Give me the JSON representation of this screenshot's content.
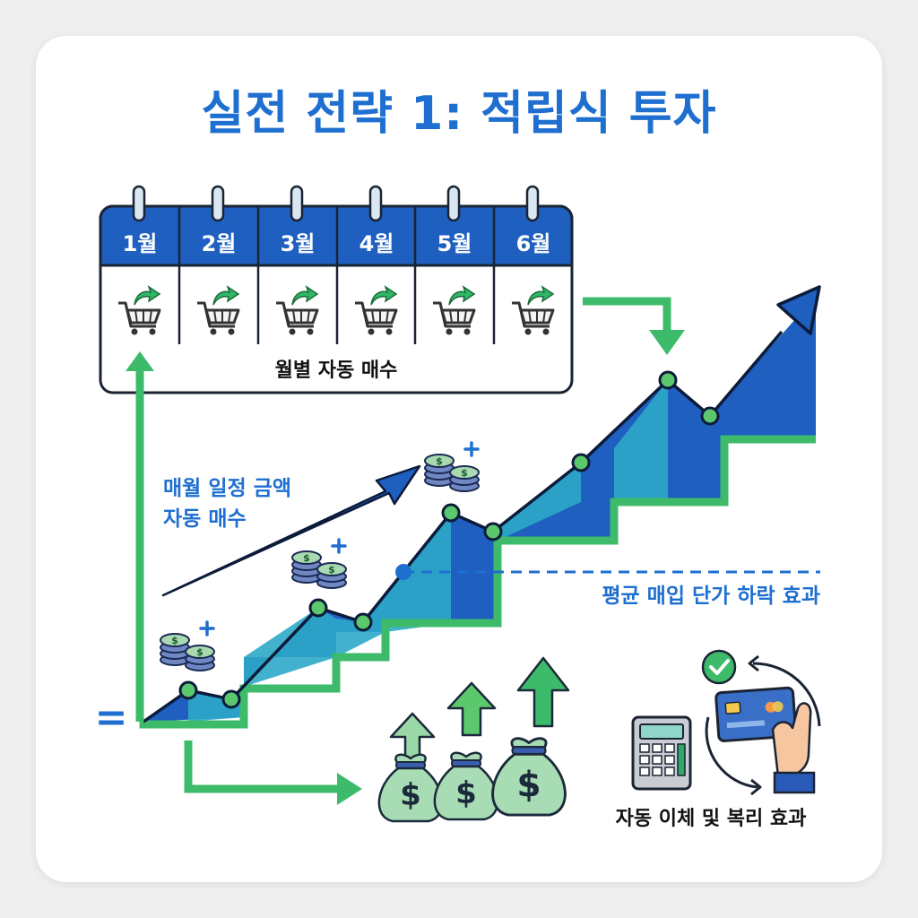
{
  "title": "실전 전략 1: 적립식 투자",
  "calendar": {
    "months": [
      "1월",
      "2월",
      "3월",
      "4월",
      "5월",
      "6월"
    ],
    "caption": "월별 자동 매수"
  },
  "annotations": {
    "monthly_buy_line1": "매월 일정 금액",
    "monthly_buy_line2": "자동 매수",
    "average_cost": "평균 매입 단가 하락 효과",
    "auto_transfer": "자동 이체 및 복리 효과",
    "equals_mark": "="
  },
  "colors": {
    "title_blue": "#1e6fd0",
    "dark_blue": "#1a5fc8",
    "teal": "#2ea8c8",
    "green": "#3dbb6a",
    "line_black": "#0d1b3a"
  },
  "icons": [
    "shopping-cart-icon",
    "coin-stack-icon",
    "money-bag-icon",
    "calculator-icon",
    "credit-card-icon",
    "check-circle-icon"
  ]
}
